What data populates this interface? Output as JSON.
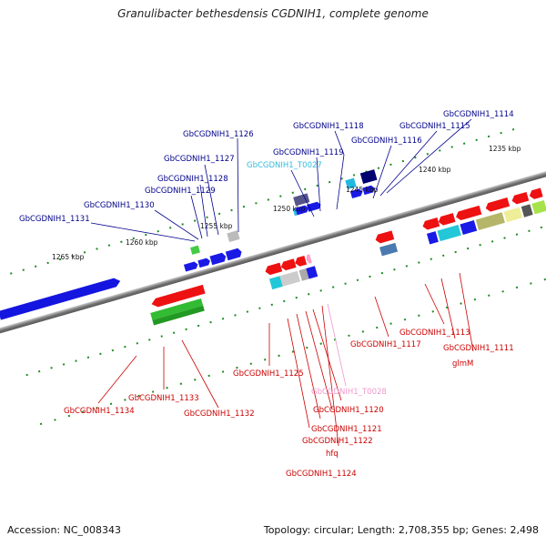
{
  "title": "Granulibacter bethesdensis CGDNIH1, complete genome",
  "footer": {
    "accession": "Accession: NC_008343",
    "topology": "Topology: circular; Length: 2,708,355 bp; Genes: 2,498"
  },
  "colors": {
    "upper_labels": "#00008b",
    "upper_rna_label": "#33bbdd",
    "lower_labels": "#cc0000",
    "lower_rna_label": "#ee99cc",
    "backbone": "#888888",
    "tick": "#228b22"
  },
  "kbp_markers": [
    "1235 kbp",
    "1240 kbp",
    "1245 kbp",
    "1250 kbp",
    "1255 kbp",
    "1260 kbp",
    "1265 kbp"
  ],
  "upper_labels": [
    "GbCGDNIH1_1114",
    "GbCGDNIH1_1115",
    "GbCGDNIH1_1116",
    "GbCGDNIH1_1118",
    "GbCGDNIH1_1119",
    "GbCGDNIH1_T0027",
    "GbCGDNIH1_1126",
    "GbCGDNIH1_1127",
    "GbCGDNIH1_1128",
    "GbCGDNIH1_1129",
    "GbCGDNIH1_1130",
    "GbCGDNIH1_1131"
  ],
  "lower_labels": [
    "GbCGDNIH1_1113",
    "GbCGDNIH1_1111",
    "glmM",
    "GbCGDNIH1_1117",
    "GbCGDNIH1_1125",
    "GbCGDNIH1_T0028",
    "GbCGDNIH1_1120",
    "GbCGDNIH1_1121",
    "GbCGDNIH1_1122",
    "hfq",
    "GbCGDNIH1_1124",
    "GbCGDNIH1_1133",
    "GbCGDNIH1_1134",
    "GbCGDNIH1_1132"
  ]
}
